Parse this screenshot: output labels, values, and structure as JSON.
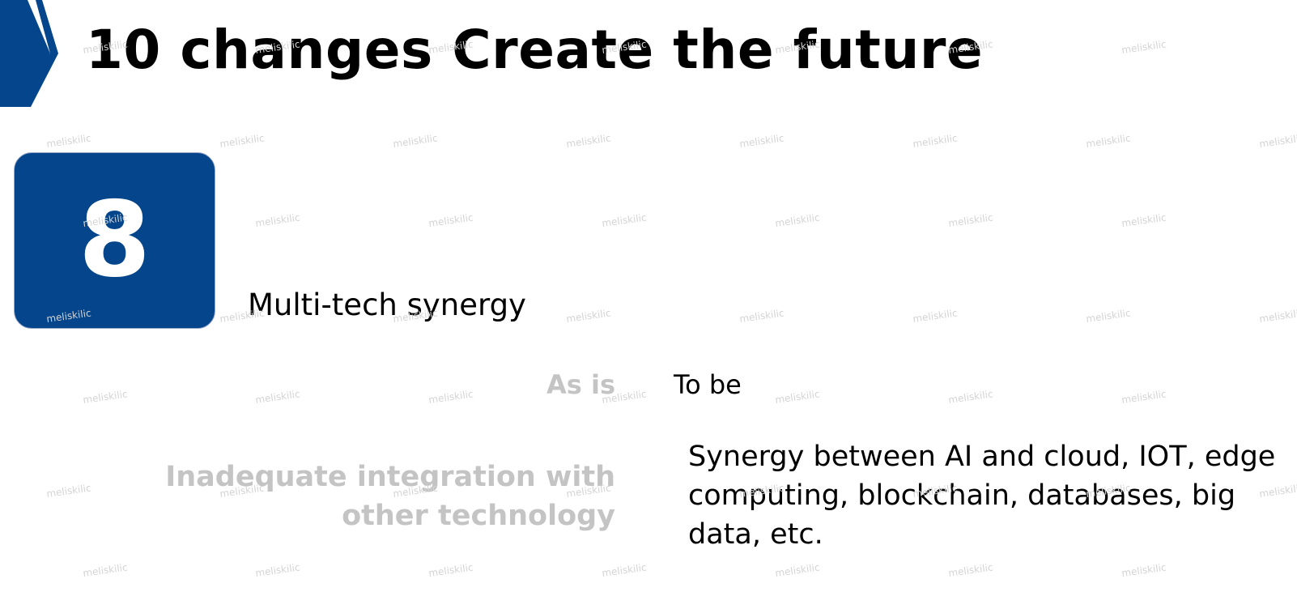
{
  "slide": {
    "title": "10 changes Create the future",
    "number": "8",
    "subtitle": "Multi-tech synergy",
    "as_is": {
      "label": "As is",
      "text": "Inadequate integration with other technology"
    },
    "to_be": {
      "label": "To be",
      "text": "Synergy between AI and cloud, IOT, edge computing, blockchain, databases, big data, etc."
    },
    "watermark": "meliskilic"
  },
  "colors": {
    "accent_blue": "#04458b",
    "muted_gray": "#c4c4c4"
  }
}
